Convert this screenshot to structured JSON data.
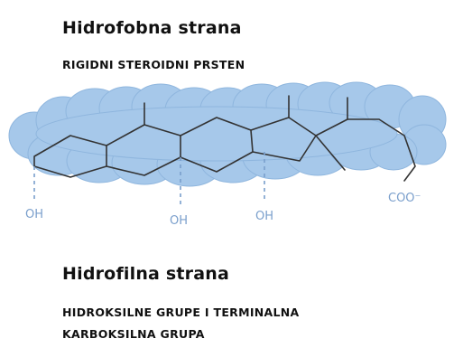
{
  "top": {
    "title": "Hidrofobna strana",
    "subtitle": "RIGIDNI STEROIDNI PRSTEN"
  },
  "molecule": {
    "oh_labels": [
      "OH",
      "OH",
      "OH"
    ],
    "carboxyl_label": "COO⁻",
    "cloud_color": "#a6c8ea",
    "bond_color": "#333333",
    "label_color": "#7a9fcc"
  },
  "bottom": {
    "title": "Hidrofilna strana",
    "line1": "HIDROKSILNE GRUPE I TERMINALNA",
    "line2": "KARBOKSILNA GRUPA"
  }
}
